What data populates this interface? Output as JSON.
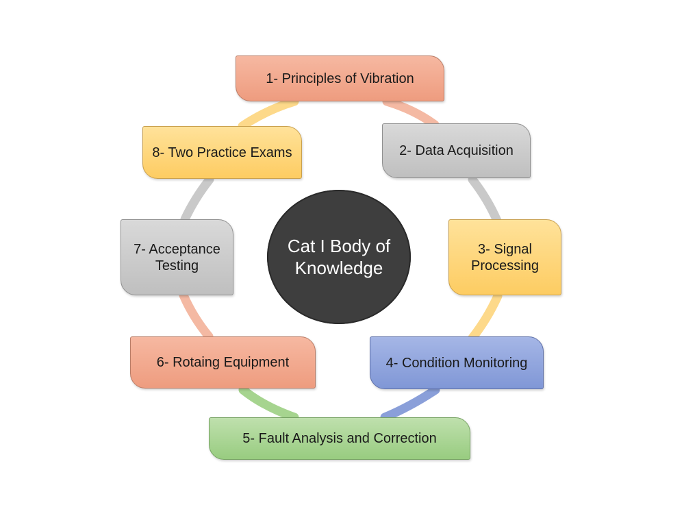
{
  "center": {
    "label": "Cat I Body of Knowledge"
  },
  "nodes": [
    {
      "label": "1-  Principles of Vibration",
      "color": "#f0a285"
    },
    {
      "label": "2- Data Acquisition",
      "color": "#c8c8c8"
    },
    {
      "label": "3- Signal Processing",
      "color": "#fdd372"
    },
    {
      "label": "4- Condition Monitoring",
      "color": "#8a9fd9"
    },
    {
      "label": "5- Fault Analysis and Correction",
      "color": "#a6d48f"
    },
    {
      "label": "6- Rotaing Equipment",
      "color": "#f0a285"
    },
    {
      "label": "7- Acceptance Testing",
      "color": "#c8c8c8"
    },
    {
      "label": "8- Two Practice Exams",
      "color": "#fdd372"
    }
  ],
  "ring_colors": {
    "orange": "#f4b9a3",
    "gray": "#c9c9c9",
    "yellow": "#fdd98a",
    "blue": "#8a9fd9",
    "green": "#a6d48f"
  }
}
